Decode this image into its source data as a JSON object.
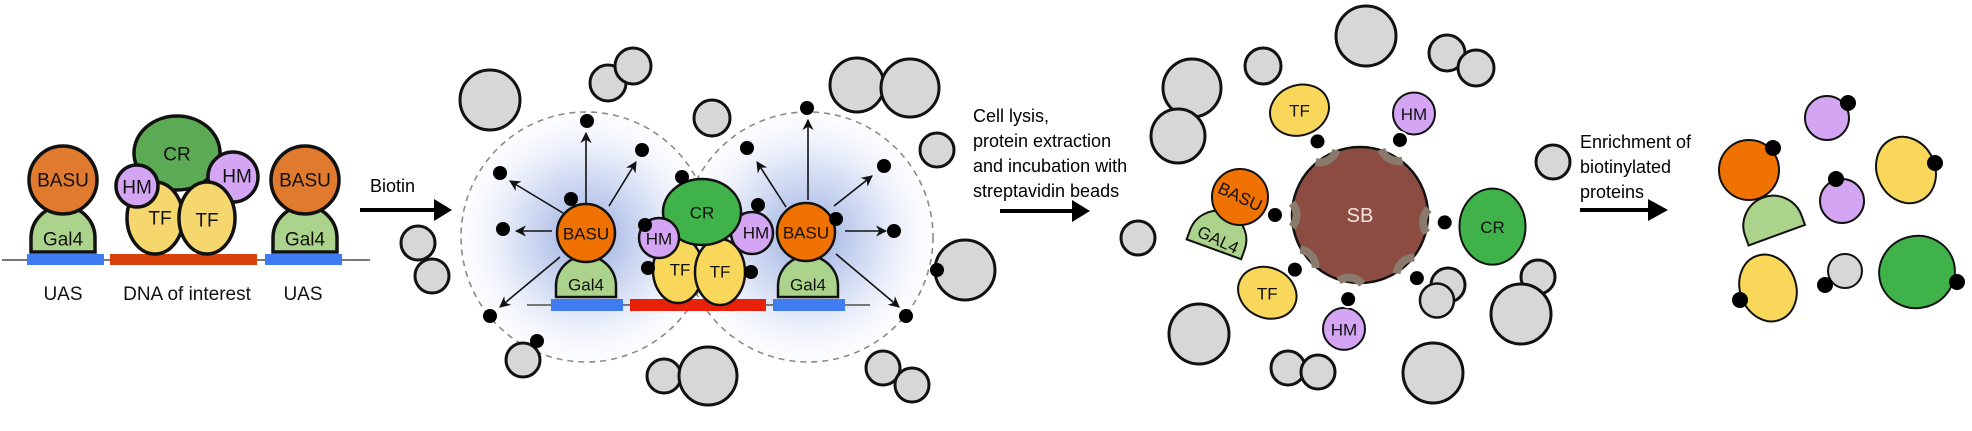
{
  "figure": {
    "colors": {
      "basu": "#ef7200",
      "basu_panel1": "#e07a2e",
      "gal4": "#acd38b",
      "cr": "#3fb24a",
      "cr_panel1": "#5daa55",
      "hm": "#d3a5f3",
      "tf": "#f8d75a",
      "uas": "#3f7cf2",
      "dna_interest": "#e8210a",
      "dna_interest_panel1": "#d9430b",
      "dna_line": "#777777",
      "streptavidin_bead": "#8c4c42",
      "streptavidin": "#8a7a6c",
      "biotin": "#000000",
      "other_protein": "#d7d7d7",
      "labeling_glow": "#8fa6dc"
    },
    "panel1": {
      "proteins": {
        "basu": "BASU",
        "gal4": "Gal4",
        "cr": "CR",
        "hm": "HM",
        "tf": "TF"
      },
      "dna_labels": {
        "uas_left": "UAS",
        "dna_interest": "DNA of interest",
        "uas_right": "UAS"
      }
    },
    "step1": {
      "label": "Biotin"
    },
    "panel2": {
      "proteins": {
        "basu": "BASU",
        "gal4": "Gal4",
        "cr": "CR",
        "hm": "HM",
        "tf": "TF"
      }
    },
    "step2": {
      "lines": [
        "Cell lysis,",
        "protein extraction",
        "and incubation with",
        "streptavidin beads"
      ]
    },
    "panel3": {
      "bead": "SB",
      "proteins": {
        "basu": "BASU",
        "gal4": "GAL4",
        "cr": "CR",
        "hm": "HM",
        "tf": "TF"
      }
    },
    "step3": {
      "lines": [
        "Enrichment of",
        "biotinylated",
        "proteins"
      ]
    }
  }
}
